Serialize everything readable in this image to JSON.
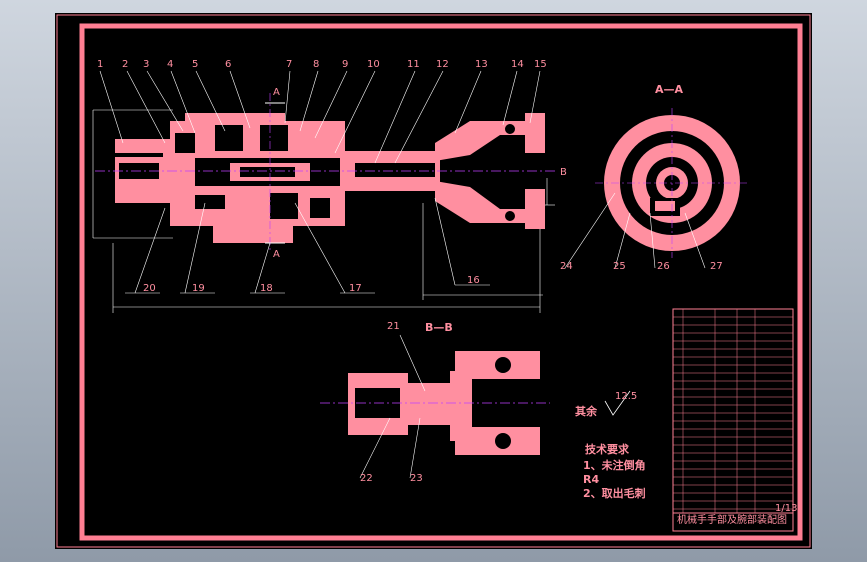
{
  "drawing": {
    "colors": {
      "line": "#ff7f93",
      "background": "#000000",
      "center_line": "#c040ff",
      "frame": "#ff7f93"
    },
    "part_labels_top": [
      "1",
      "2",
      "3",
      "4",
      "5",
      "6",
      "7",
      "8",
      "9",
      "10",
      "11",
      "12",
      "13",
      "14",
      "15"
    ],
    "part_labels_bottom": [
      "20",
      "19",
      "18",
      "17",
      "16"
    ],
    "part_labels_aa": [
      "24",
      "25",
      "26",
      "27"
    ],
    "part_labels_bb": [
      "21",
      "22",
      "23"
    ],
    "section_marks": {
      "aa_top": "A",
      "aa_bottom": "A",
      "b_mark": "B"
    },
    "view_titles": {
      "aa": "A—A",
      "bb": "B—B"
    },
    "roughness": {
      "label": "其余",
      "value": "12.5"
    },
    "tech_req": {
      "title": "技术要求",
      "line1": "1、未注倒角",
      "line2": "R4",
      "line3": "2、取出毛刺"
    },
    "title_block": {
      "title": "机械手手部及腕部装配图",
      "sheet": "1/13"
    }
  }
}
